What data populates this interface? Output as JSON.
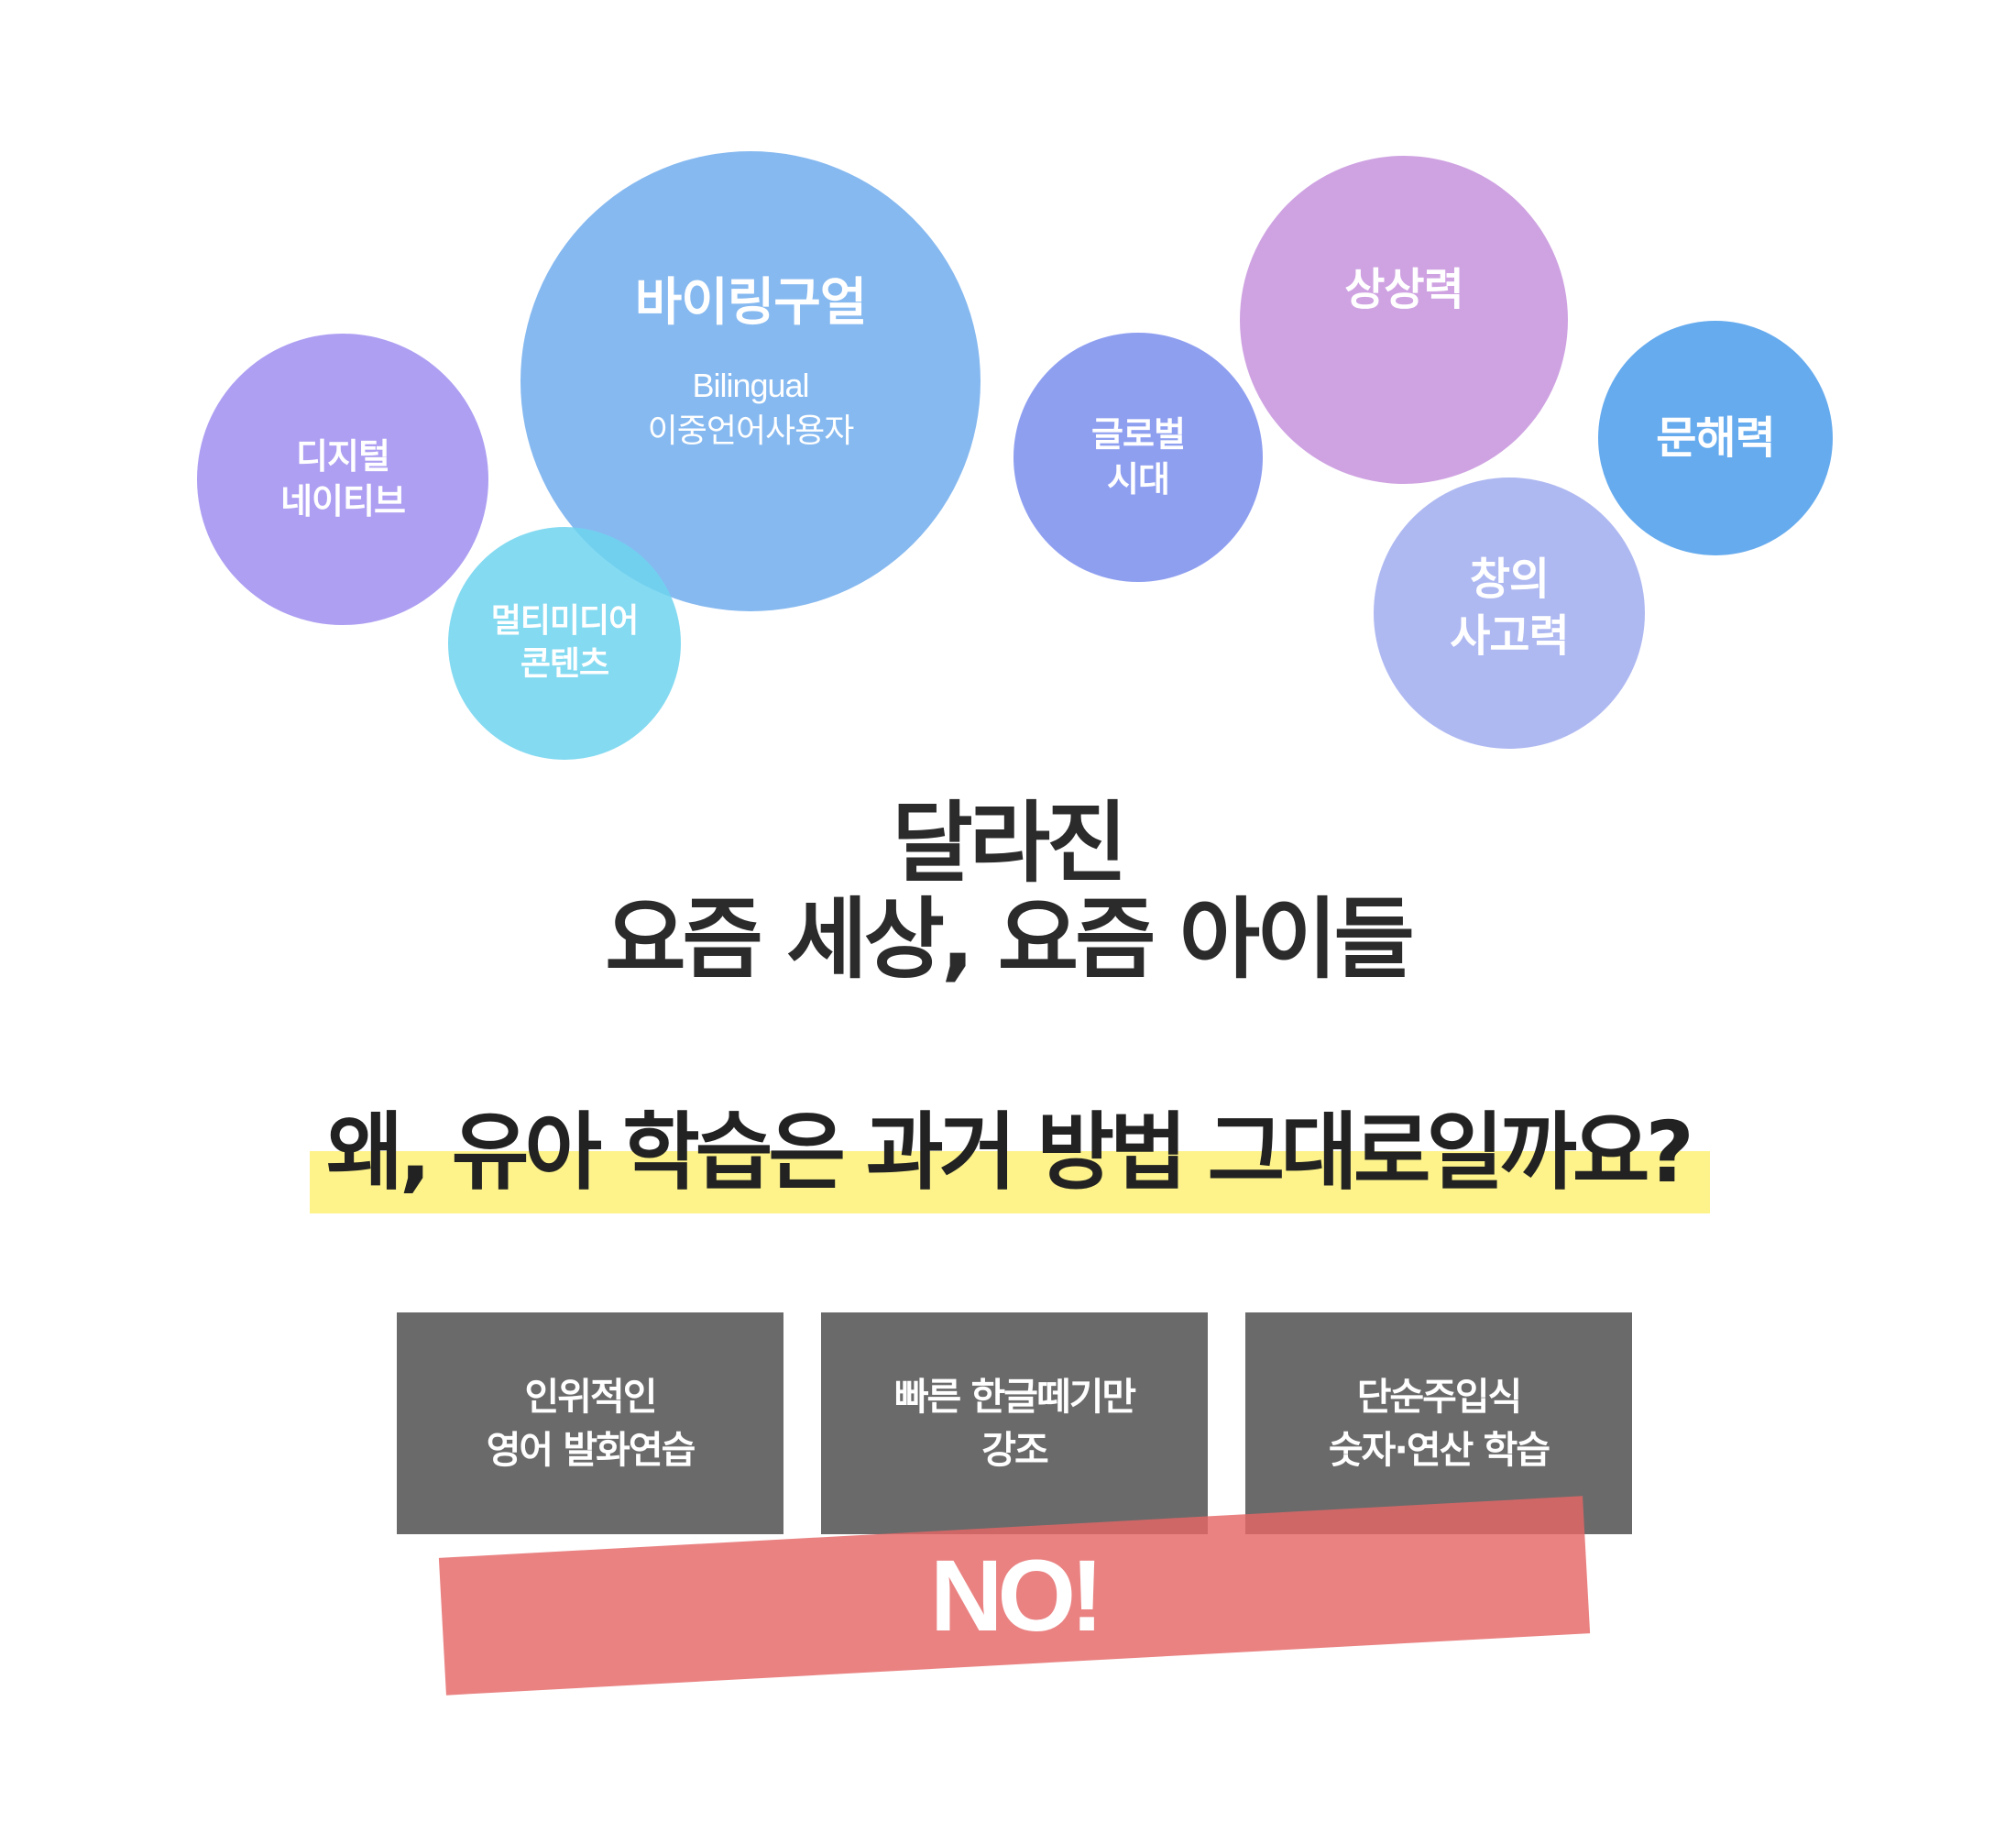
{
  "bubbles": {
    "digital_native": {
      "line1": "디지털",
      "line2": "네이티브",
      "color": "#ae9ff2"
    },
    "bilingual": {
      "title": "바이링구얼",
      "english": "Bilingual",
      "korean": "이중언어사용자",
      "color": "#86b9f0"
    },
    "multimedia": {
      "line1": "멀티미디어",
      "line2": "콘텐츠",
      "color": "#7dd9ee"
    },
    "global": {
      "line1": "글로벌",
      "line2": "시대",
      "color": "#8f9ff0"
    },
    "imagination": {
      "label": "상상력",
      "color": "#cfa3e2"
    },
    "literacy": {
      "label": "문해력",
      "color": "#66abee"
    },
    "creative": {
      "line1": "창의",
      "line2": "사고력",
      "color": "#afb9f1"
    }
  },
  "headline": {
    "line1": "달라진",
    "line2": "요즘 세상, 요즘 아이들"
  },
  "question": {
    "text": "왜, 유아 학습은 과거 방법 그대로일까요?",
    "highlight_color": "#fdf38a"
  },
  "methods": [
    {
      "line1": "인위적인",
      "line2": "영어 발화연습"
    },
    {
      "line1": "빠른 한글떼기만",
      "line2": "강조"
    },
    {
      "line1": "단순주입식",
      "line2": "숫자·연산 학습"
    }
  ],
  "no_banner": {
    "text": "NO!",
    "color": "#e56666"
  }
}
